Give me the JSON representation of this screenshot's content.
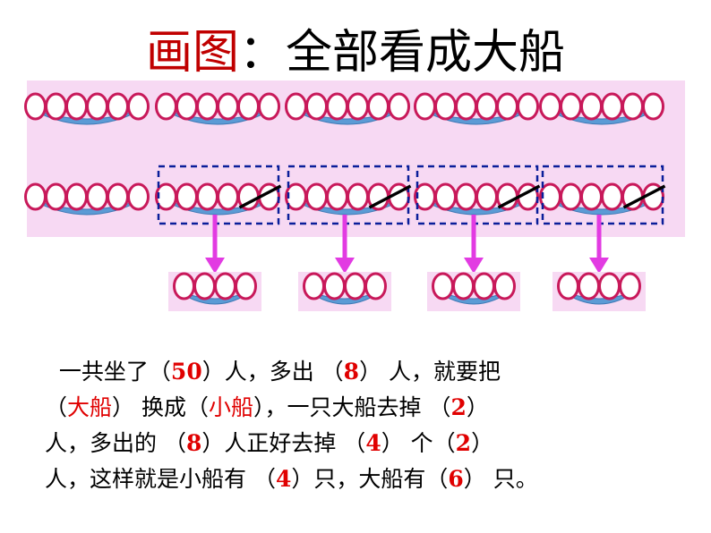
{
  "title": {
    "prefix": "画图",
    "sep": "：",
    "rest": "全部看成大船"
  },
  "scene": {
    "big_boats_row1": 5,
    "big_boats_row2": 5,
    "converted_boats": 4,
    "people_per_big_boat": 6,
    "people_per_small_boat": 4,
    "colors": {
      "band": "#f7d9f3",
      "boat": "#5b9bd5",
      "person": "#c8195a",
      "box": "#0a1e9a",
      "arrow": "#e23be2",
      "slash": "#000000"
    }
  },
  "text": {
    "l1": {
      "a": "一共坐了（",
      "v1": "50",
      "b": "）人，多出 （",
      "v2": "8",
      "c": "） 人，就要把"
    },
    "l2": {
      "a": "（",
      "v1": "大船",
      "b": "） 换成（",
      "v2": "小船",
      "c": "），一只大船去掉 （",
      "v3": "2",
      "d": "）"
    },
    "l3": {
      "a": "人，多出的 （",
      "v1": "8",
      "b": "）人正好去掉 （",
      "v2": "4",
      "c": "） 个（",
      "v3": "2",
      "d": "）"
    },
    "l4": {
      "a": "人，这样就是小船有 （",
      "v1": "4",
      "b": "）只，大船有（",
      "v2": "6",
      "c": "） 只。"
    }
  }
}
